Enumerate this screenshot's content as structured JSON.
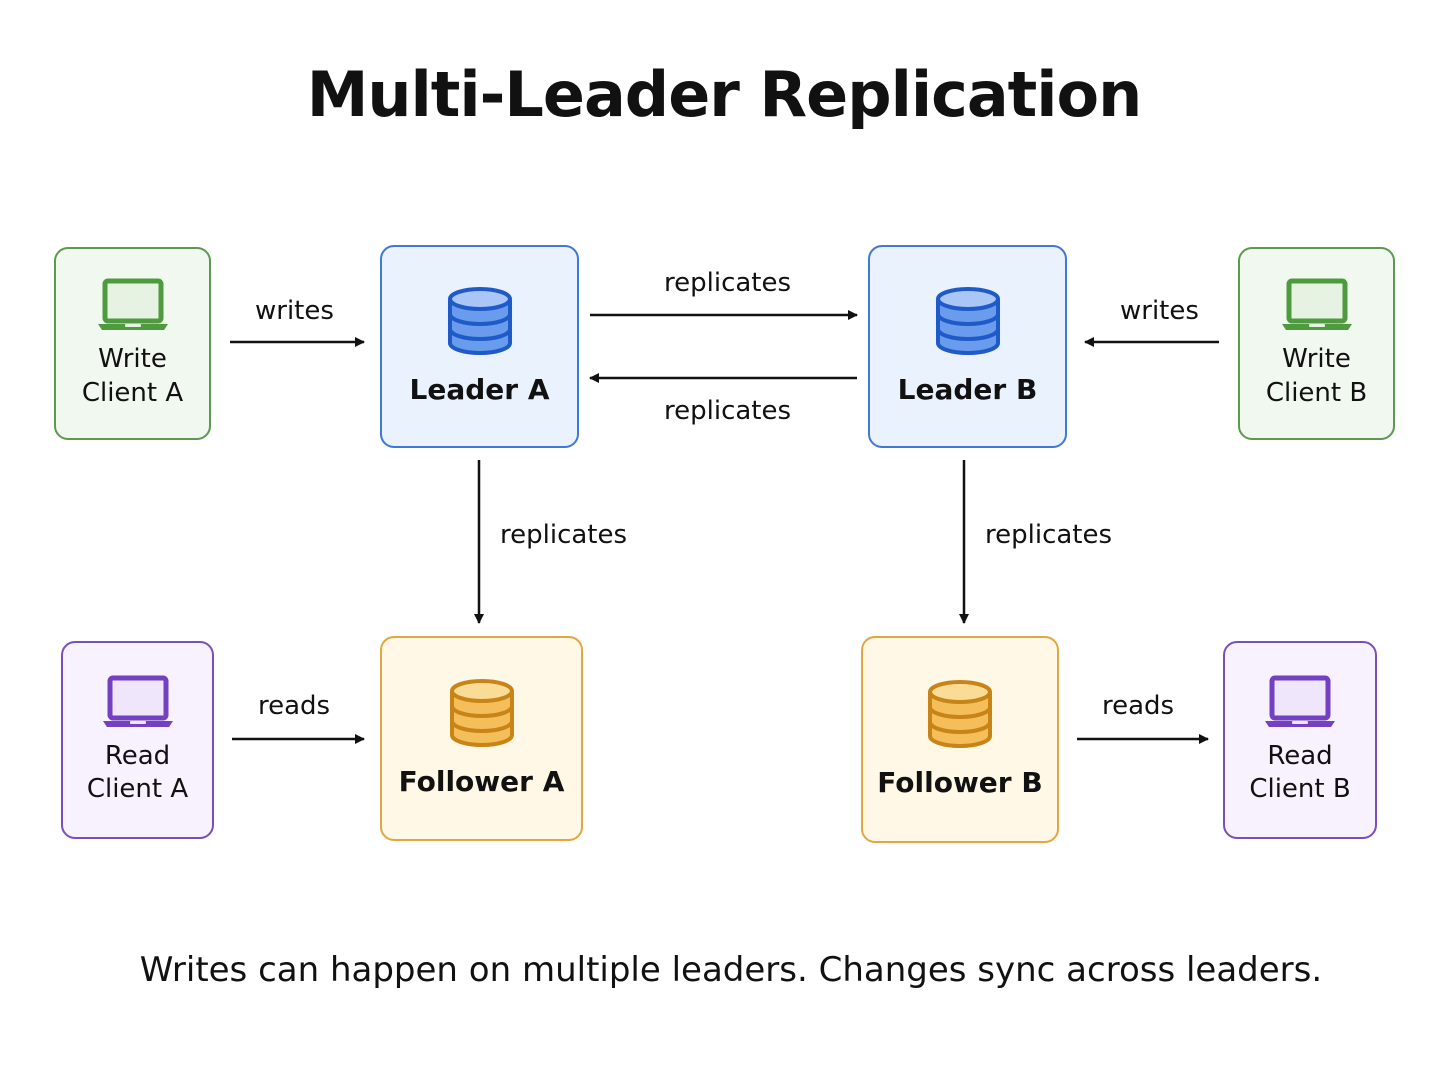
{
  "title": "Multi-Leader Replication",
  "caption": "Writes can happen on multiple leaders. Changes sync across leaders.",
  "nodes": {
    "write_client_a": {
      "line1": "Write",
      "line2": "Client A",
      "icon": "laptop-icon"
    },
    "write_client_b": {
      "line1": "Write",
      "line2": "Client B",
      "icon": "laptop-icon"
    },
    "read_client_a": {
      "line1": "Read",
      "line2": "Client A",
      "icon": "laptop-icon"
    },
    "read_client_b": {
      "line1": "Read",
      "line2": "Client B",
      "icon": "laptop-icon"
    },
    "leader_a": {
      "label": "Leader A",
      "icon": "database-icon"
    },
    "leader_b": {
      "label": "Leader B",
      "icon": "database-icon"
    },
    "follower_a": {
      "label": "Follower A",
      "icon": "database-icon"
    },
    "follower_b": {
      "label": "Follower B",
      "icon": "database-icon"
    }
  },
  "edges": {
    "write_a": "writes",
    "write_b": "writes",
    "repl_a_to_b": "replicates",
    "repl_b_to_a": "replicates",
    "repl_a_down": "replicates",
    "repl_b_down": "replicates",
    "read_a": "reads",
    "read_b": "reads"
  },
  "colors": {
    "write_client": "#5b9b4d",
    "read_client": "#7a4fbc",
    "leader": "#3f78d8",
    "follower": "#e2a642"
  }
}
